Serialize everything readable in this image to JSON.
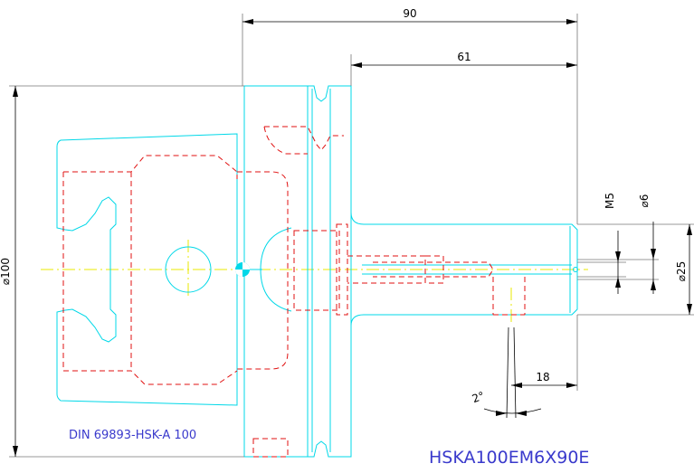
{
  "dimensions": {
    "overall_length": "90",
    "shank_length": "61",
    "flange_diameter": "⌀100",
    "thread": "M5",
    "bore_diameter": "⌀6",
    "shank_diameter": "⌀25",
    "bore_depth": "18",
    "taper_angle": "2°"
  },
  "labels": {
    "standard": "DIN 69893-HSK-A 100",
    "part_number": "HSKA100EM6X90E"
  },
  "colors": {
    "outline": "#00d8e8",
    "hidden": "#e01010",
    "centerline": "#e8e800",
    "dimension": "#000000",
    "text_blue": "#3a3acc"
  }
}
